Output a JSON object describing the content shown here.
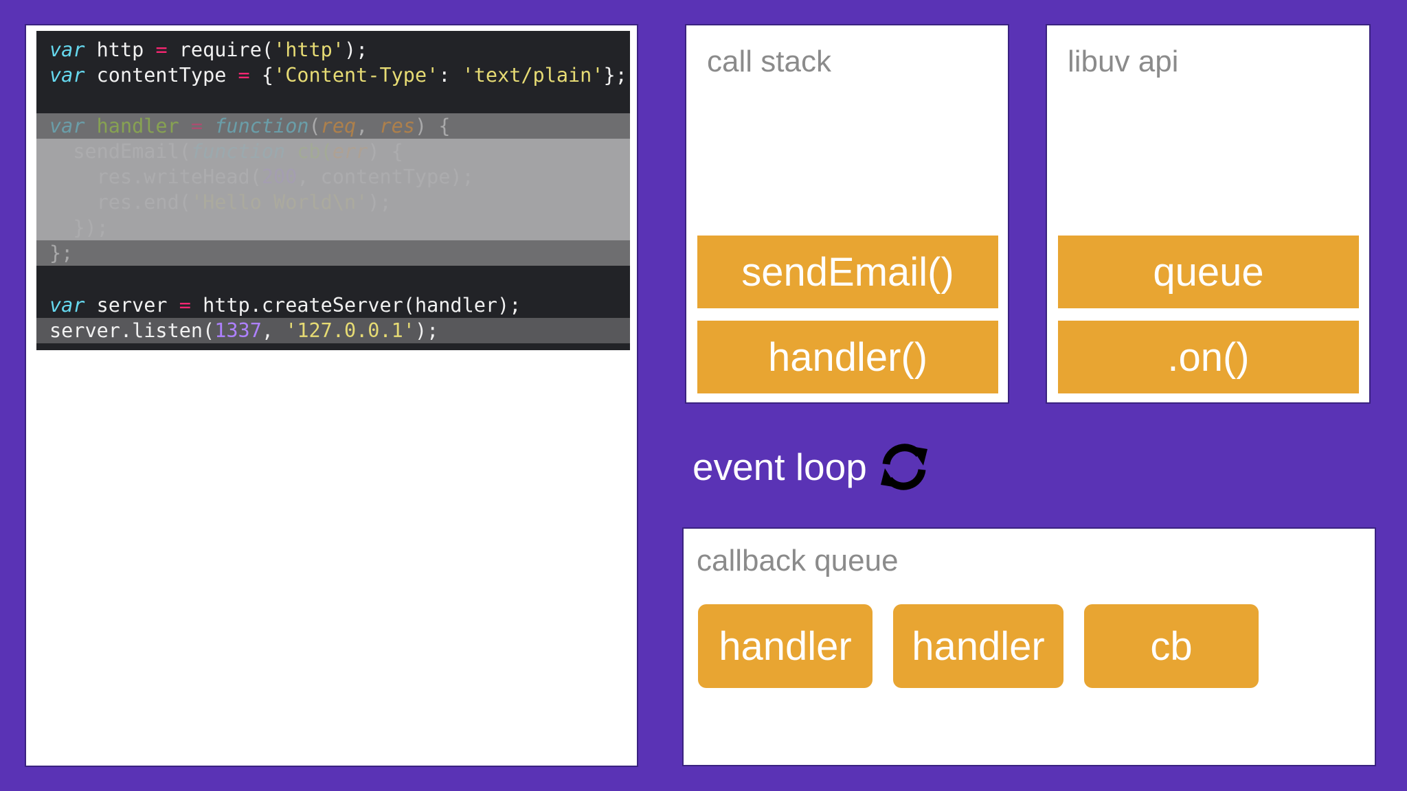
{
  "colors": {
    "background": "#5a33b5",
    "frame": "#e8a532",
    "panel": "#ffffff"
  },
  "code": {
    "line1": {
      "kw": "var",
      "name": " http ",
      "op": "=",
      "call": " require(",
      "str": "'http'",
      "end": ");"
    },
    "line2": {
      "kw": "var",
      "name": " contentType ",
      "op": "=",
      "open": " {",
      "key": "'Content-Type'",
      "colon": ": ",
      "val": "'text/plain'",
      "end": "};"
    },
    "line3": {
      "kw": "var",
      "name": " handler ",
      "op": "=",
      "fnkw": " function",
      "open": "(",
      "arg1": "req",
      "comma": ", ",
      "arg2": "res",
      "end": ") {"
    },
    "line4": {
      "indent": "  ",
      "call": "sendEmail(",
      "fnkw": "function",
      "name": " cb(",
      "arg": "err",
      "end": ") {"
    },
    "line5": {
      "indent": "    ",
      "call": "res.writeHead(",
      "num": "200",
      "rest": ", contentType);"
    },
    "line6": {
      "indent": "    ",
      "call": "res.end(",
      "str": "'Hello World\\n'",
      "end": ");"
    },
    "line7": {
      "text": "  });"
    },
    "line8": {
      "text": "};"
    },
    "line9": {
      "kw": "var",
      "name": " server ",
      "op": "=",
      "rest": " http.createServer(handler);"
    },
    "line10": {
      "call": "server.listen(",
      "num": "1337",
      "comma": ", ",
      "str": "'127.0.0.1'",
      "end": ");"
    }
  },
  "call_stack": {
    "title": "call stack",
    "frames": [
      "sendEmail()",
      "handler()"
    ]
  },
  "libuv": {
    "title": "libuv api",
    "frames": [
      "queue",
      ".on()"
    ]
  },
  "event_loop": {
    "label": "event loop",
    "icon": "refresh-icon"
  },
  "callback_queue": {
    "title": "callback queue",
    "items": [
      "handler",
      "handler",
      "cb"
    ]
  }
}
